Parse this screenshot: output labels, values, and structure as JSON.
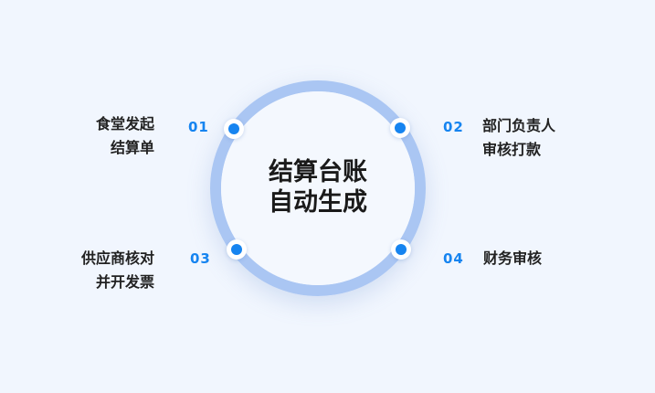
{
  "center": {
    "line1": "结算台账",
    "line2": "自动生成"
  },
  "steps": [
    {
      "number": "01",
      "line1": "食堂发起",
      "line2": "结算单"
    },
    {
      "number": "02",
      "line1": "部门负责人",
      "line2": "审核打款"
    },
    {
      "number": "03",
      "line1": "供应商核对",
      "line2": "并开发票"
    },
    {
      "number": "04",
      "line1": "财务审核",
      "line2": ""
    }
  ],
  "colors": {
    "background": "#f1f6fe",
    "ring": "#aac6f3",
    "accent": "#1684f0",
    "text": "#222222"
  }
}
